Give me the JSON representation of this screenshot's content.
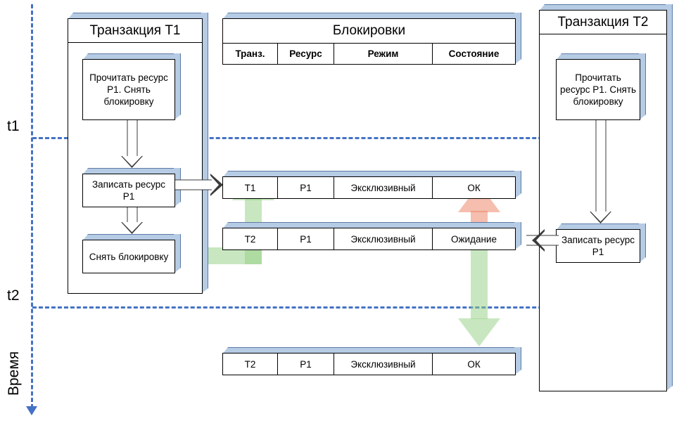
{
  "diagram": {
    "title_left": "Транзакция Т1",
    "title_right": "Транзакция Т2",
    "time_axis": {
      "label": "Время",
      "marks": [
        "t1",
        "t2"
      ]
    },
    "accent_colors": {
      "timeline": "#4472c4",
      "box_top_face": "#b6cbe4",
      "highlight_green": "#92d081",
      "highlight_salmon": "#ec7d5e",
      "outline": "#000000"
    }
  },
  "t1": {
    "title": "Транзакция Т1",
    "steps": [
      {
        "text": "Прочитать ресурс Р1. Снять блокировку"
      },
      {
        "text": "Записать ресурс Р1"
      },
      {
        "text": "Снять блокировку"
      }
    ]
  },
  "t2": {
    "title": "Транзакция Т2",
    "steps": [
      {
        "text": "Прочитать ресурс Р1. Снять блокировку"
      },
      {
        "text": "Записать ресурс Р1"
      }
    ]
  },
  "lock_table": {
    "title": "Блокировки",
    "columns": [
      "Транз.",
      "Ресурс",
      "Режим",
      "Состояние"
    ],
    "rows": [
      {
        "id": "row-t1-ok",
        "cells": [
          "Т1",
          "Р1",
          "Эксклюзивный",
          "ОК"
        ]
      },
      {
        "id": "row-t2-wait",
        "cells": [
          "Т2",
          "Р1",
          "Эксклюзивный",
          "Ожидание"
        ]
      },
      {
        "id": "row-t2-ok",
        "cells": [
          "Т2",
          "Р1",
          "Эксклюзивный",
          "ОК"
        ]
      }
    ]
  }
}
